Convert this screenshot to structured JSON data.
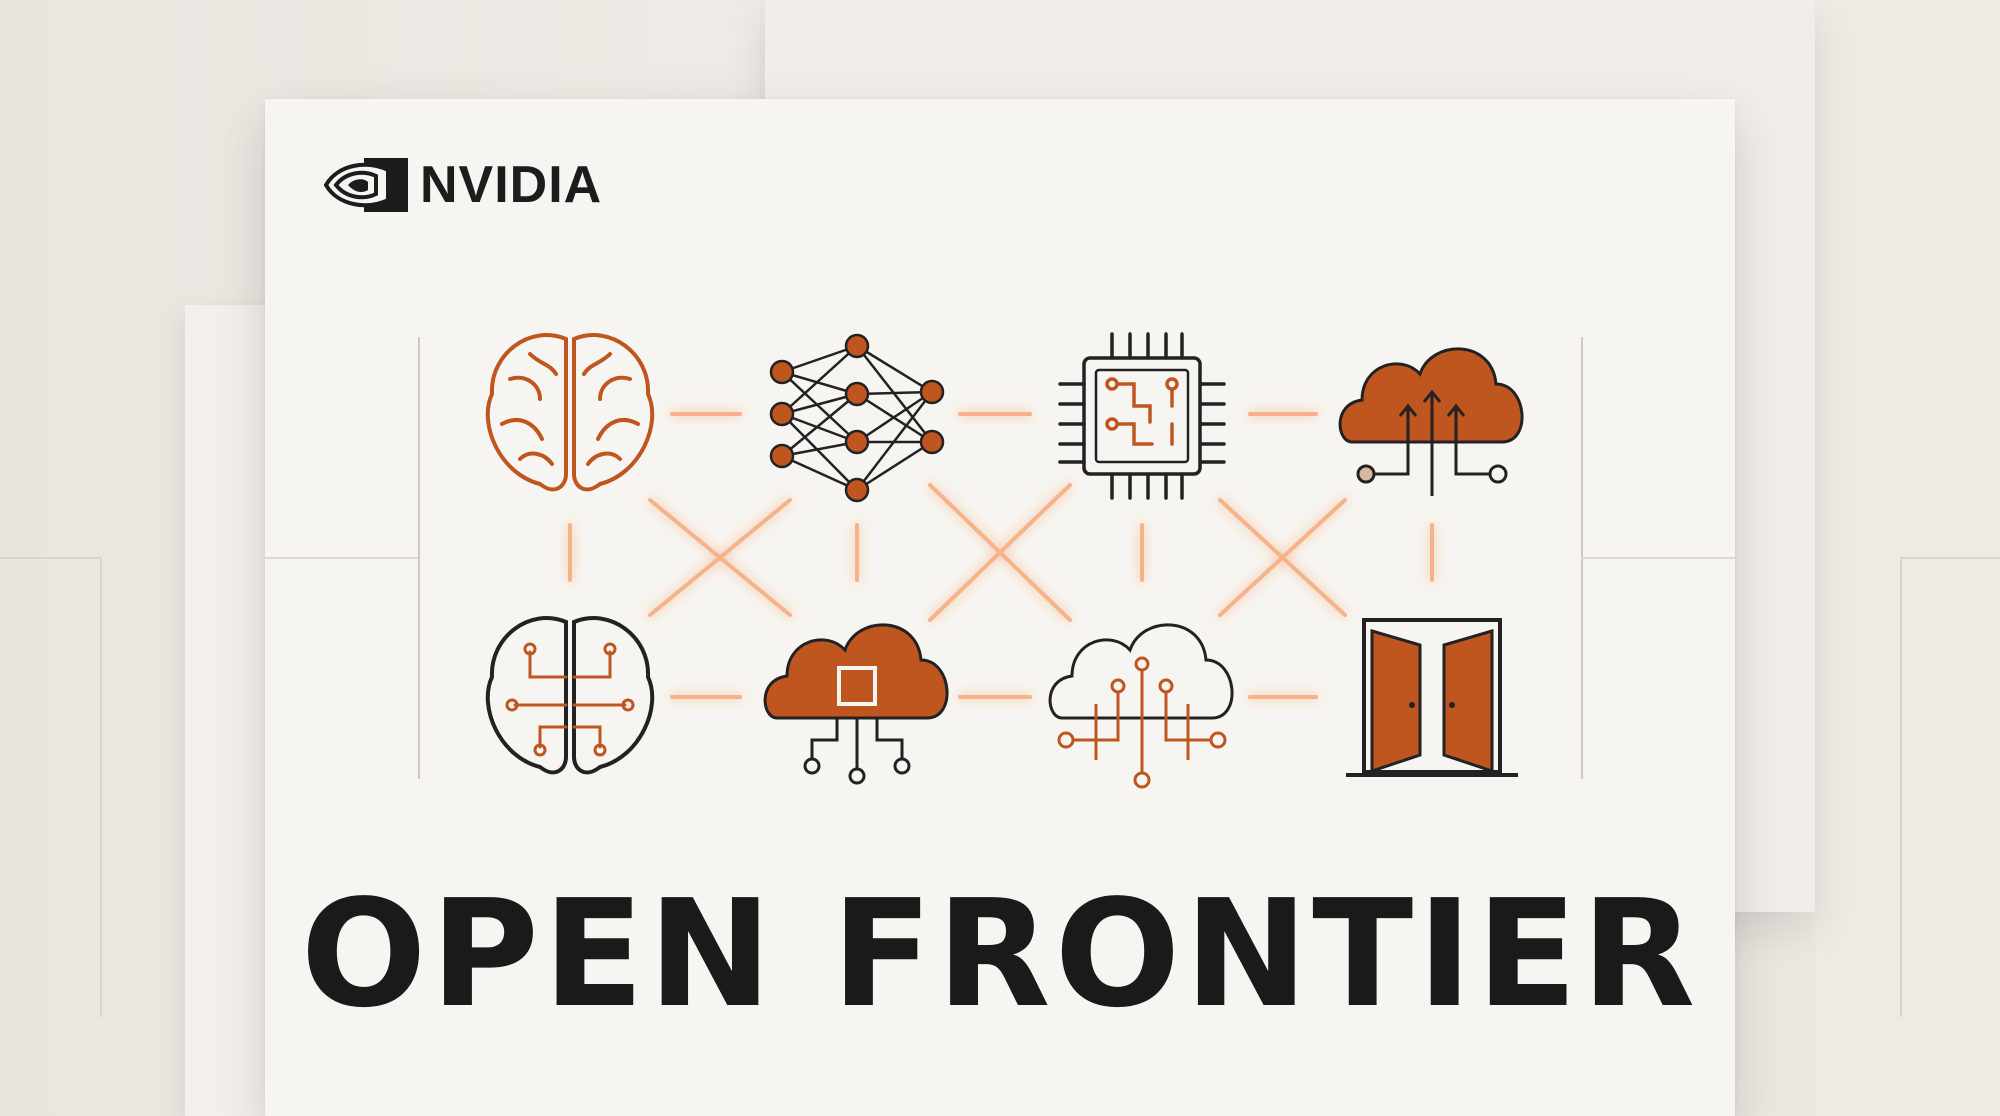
{
  "brand": {
    "name": "NVIDIA",
    "logo_icon": "nvidia-eye-logo"
  },
  "headline": "OPEN FRONTIER",
  "colors": {
    "accent": "#c0561f",
    "accent_light": "#f4b48a",
    "ink": "#1c1c1c",
    "card": "#f7f5f1",
    "background": "#ebe7e1"
  },
  "icons": [
    {
      "name": "brain-icon",
      "row": 1,
      "col": 1
    },
    {
      "name": "neural-network-icon",
      "row": 1,
      "col": 2
    },
    {
      "name": "microchip-icon",
      "row": 1,
      "col": 3
    },
    {
      "name": "cloud-upload-icon",
      "row": 1,
      "col": 4
    },
    {
      "name": "circuit-brain-icon",
      "row": 2,
      "col": 1
    },
    {
      "name": "cloud-chip-icon",
      "row": 2,
      "col": 2
    },
    {
      "name": "cloud-network-icon",
      "row": 2,
      "col": 3
    },
    {
      "name": "open-door-icon",
      "row": 2,
      "col": 4
    }
  ]
}
